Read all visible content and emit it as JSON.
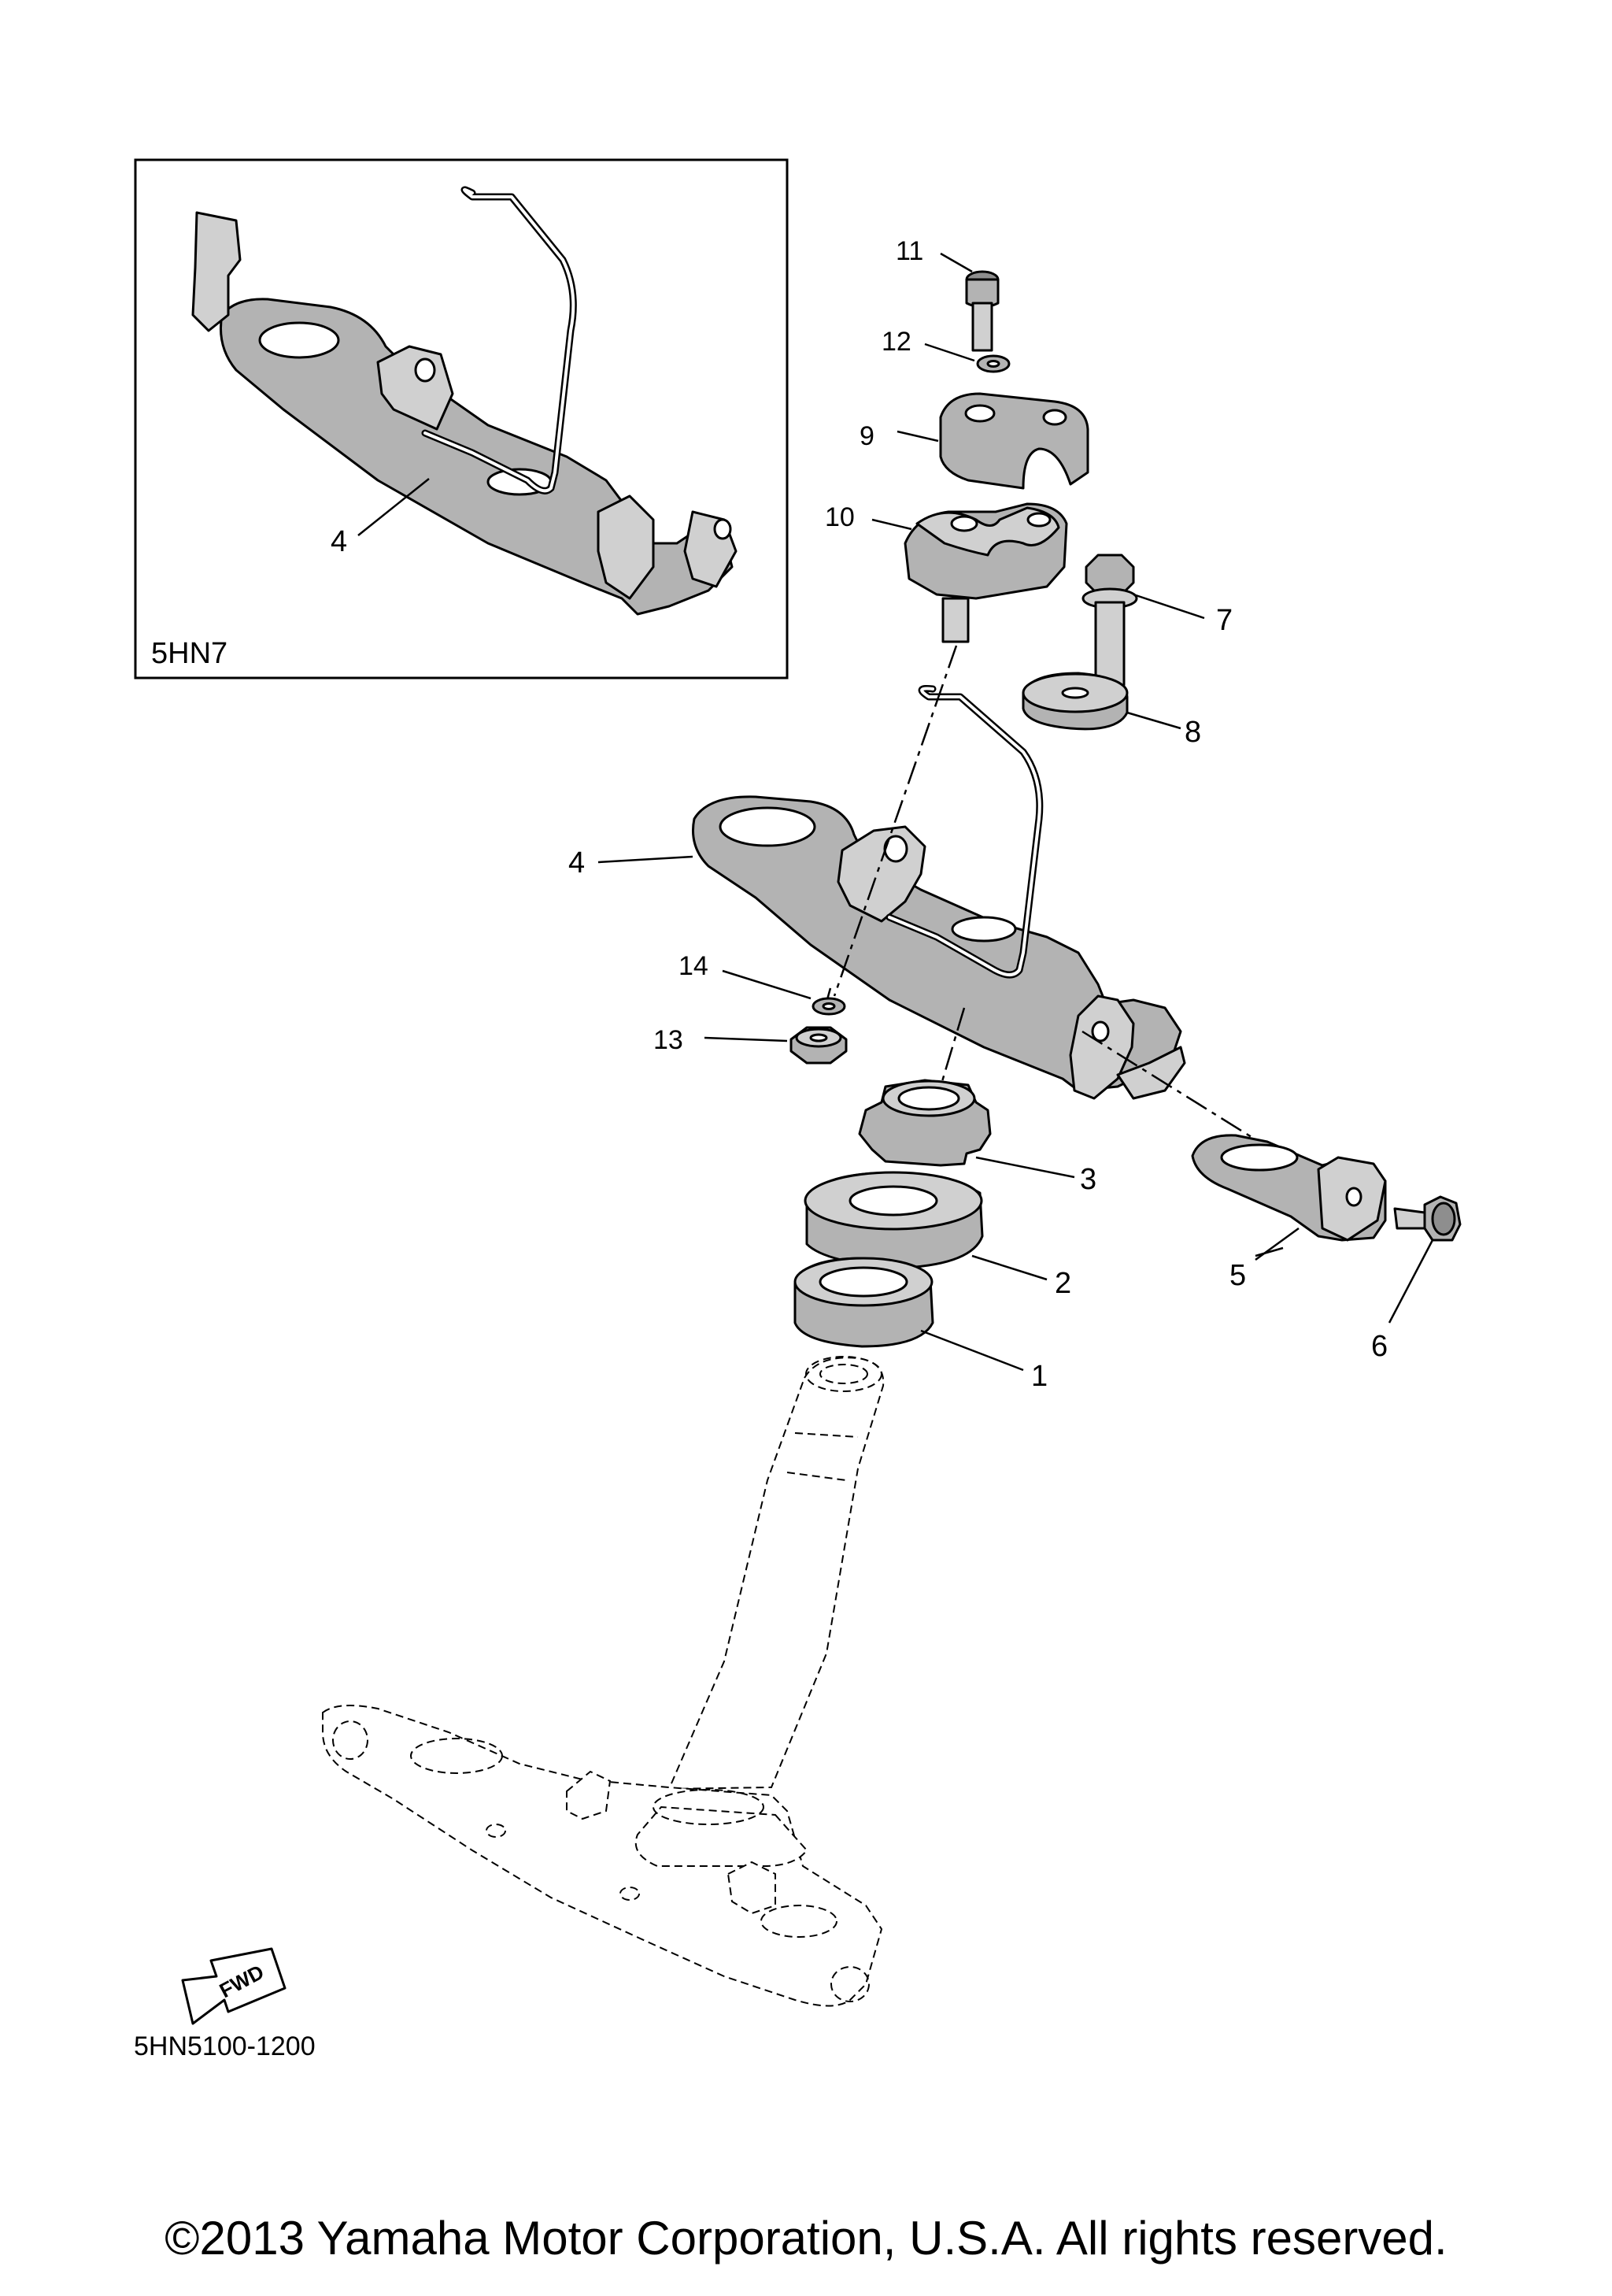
{
  "inset": {
    "model_code": "5HN7",
    "callout": "4"
  },
  "callouts": [
    "1",
    "2",
    "3",
    "4",
    "5",
    "6",
    "7",
    "8",
    "9",
    "10",
    "11",
    "12",
    "13",
    "14"
  ],
  "fwd_label": "FWD",
  "part_number": "5HN5100-1200",
  "copyright": "©2013 Yamaha Motor Corporation, U.S.A. All rights reserved."
}
